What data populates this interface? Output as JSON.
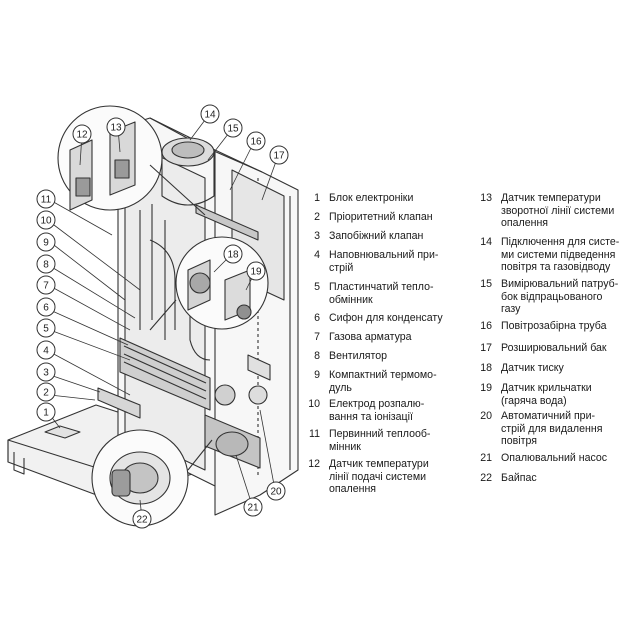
{
  "callouts": {
    "c1": "1",
    "c2": "2",
    "c3": "3",
    "c4": "4",
    "c5": "5",
    "c6": "6",
    "c7": "7",
    "c8": "8",
    "c9": "9",
    "c10": "10",
    "c11": "11",
    "c12": "12",
    "c13": "13",
    "c14": "14",
    "c15": "15",
    "c16": "16",
    "c17": "17",
    "c18": "18",
    "c19": "19",
    "c20": "20",
    "c21": "21",
    "c22": "22"
  },
  "legend_left": [
    {
      "num": "1",
      "text": "Блок електроніки"
    },
    {
      "num": "2",
      "text": "Пріоритетний клапан"
    },
    {
      "num": "3",
      "text": "Запобіжний клапан"
    },
    {
      "num": "4",
      "text": "Наповнювальний при-\nстрій"
    },
    {
      "num": "5",
      "text": "Пластинчатий тепло-\nобмінник"
    },
    {
      "num": "6",
      "text": "Сифон для конденсату"
    },
    {
      "num": "7",
      "text": "Газова арматура"
    },
    {
      "num": "8",
      "text": "Вентилятор"
    },
    {
      "num": "9",
      "text": "Компактний термомо-\nдуль"
    },
    {
      "num": "10",
      "text": "Електрод розпалю-\nвання та іонізації"
    },
    {
      "num": "11",
      "text": "Первинний теплооб-\nмінник"
    },
    {
      "num": "12",
      "text": "Датчик температури\nлінії подачі системи\nопалення"
    }
  ],
  "legend_right": [
    {
      "num": "13",
      "text": "Датчик температури\nзворотної лінії системи\nопалення"
    },
    {
      "num": "14",
      "text": "Підключення для систе-\nми системи підведення\nповітря та газовідводу"
    },
    {
      "num": "15",
      "text": "Вимірювальний патруб-\nбок відпрацьованого\nгазу"
    },
    {
      "num": "16",
      "text": "Повітрозабірна труба"
    },
    {
      "num": "17",
      "text": "Розширювальний бак"
    },
    {
      "num": "18",
      "text": "Датчик тиску"
    },
    {
      "num": "19",
      "text": "Датчик крильчатки\n(гаряча вода)"
    },
    {
      "num": "20",
      "text": "Автоматичний при-\nстрій для видалення\nповітря"
    },
    {
      "num": "21",
      "text": "Опалювальний насос"
    },
    {
      "num": "22",
      "text": "Байпас"
    }
  ]
}
